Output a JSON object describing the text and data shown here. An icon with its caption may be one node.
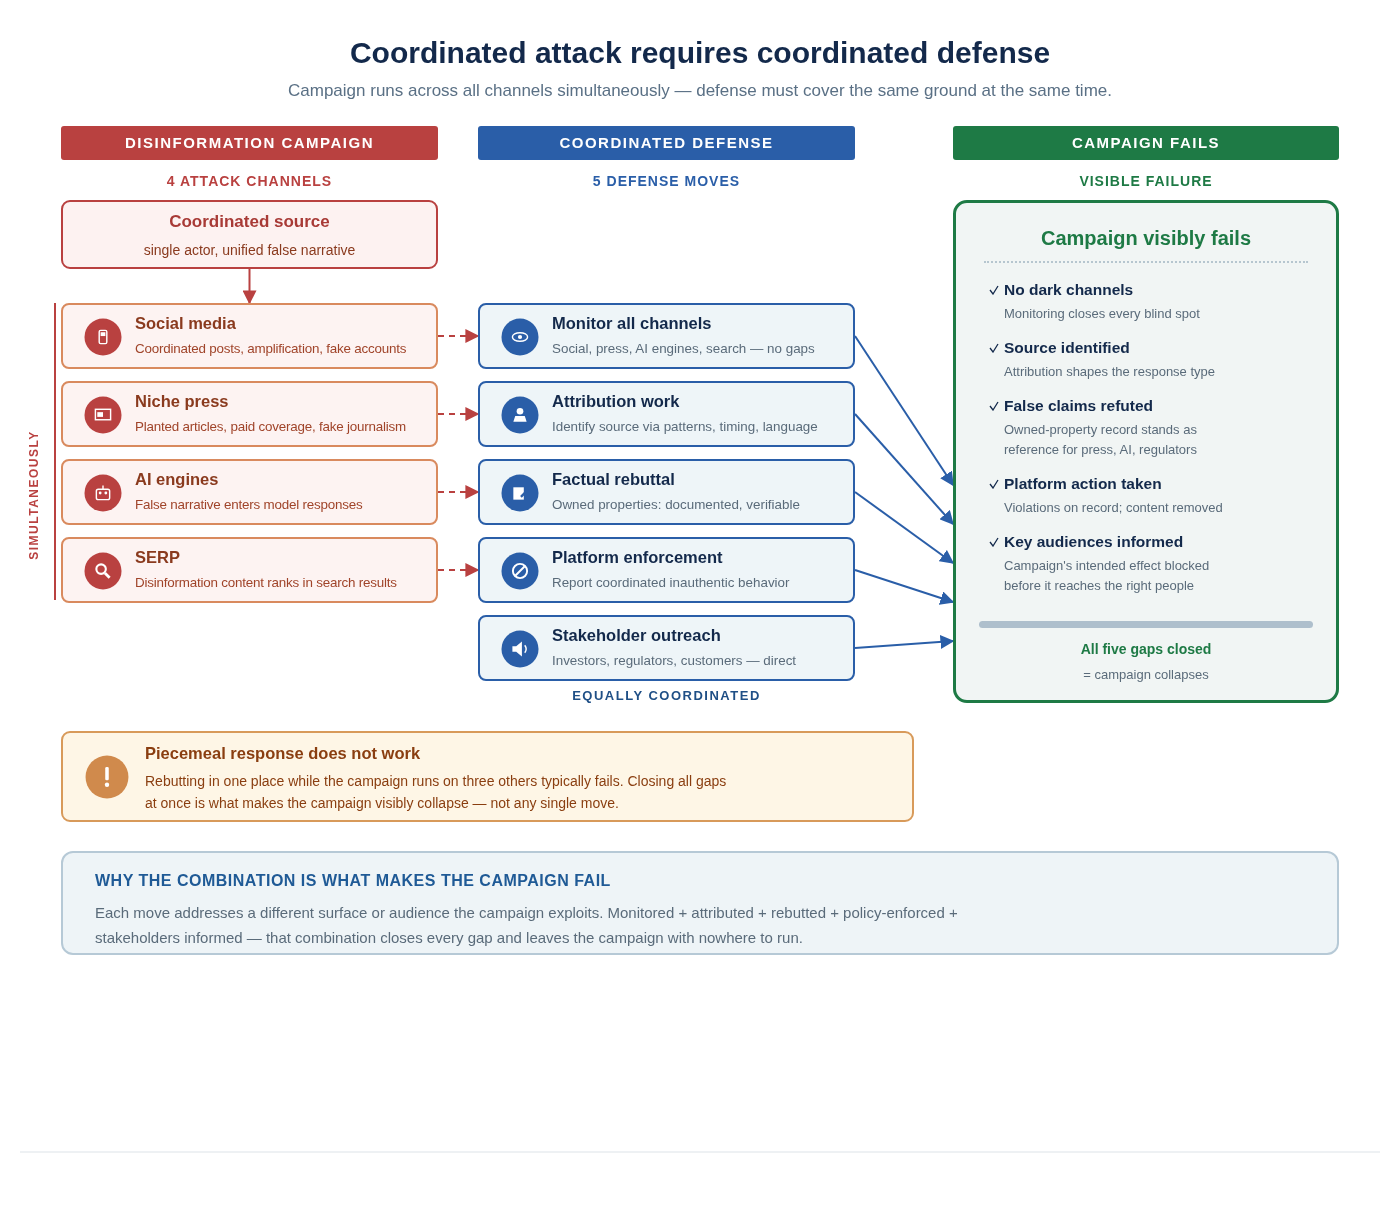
{
  "diagram": {
    "title": "Coordinated attack requires coordinated defense",
    "nodes": [
      {
        "text": [
          "DISINFORMATION CAMPAIGN"
        ]
      },
      {
        "text": [
          "COORDINATED DEFENSE"
        ]
      },
      {
        "text": [
          "CAMPAIGN FAILS"
        ]
      },
      {
        "text": [
          "Coordinated source",
          "single actor, unified false narrative"
        ]
      },
      {
        "text": [
          "Social media",
          "Coordinated posts, amplification, fake accounts"
        ]
      },
      {
        "text": [
          "Niche press",
          "Planted articles, paid coverage, fake journalism"
        ]
      },
      {
        "text": [
          "AI engines",
          "False narrative enters model responses"
        ]
      },
      {
        "text": [
          "SERP",
          "Disinformation content ranks in search results"
        ]
      },
      {
        "text": [
          "Monitor all channels",
          "Social, press, AI engines, search — no gaps"
        ]
      },
      {
        "text": [
          "Attribution work",
          "Identify source via patterns, timing, language"
        ]
      },
      {
        "text": [
          "Factual rebuttal",
          "Owned properties: documented, verifiable"
        ]
      },
      {
        "text": [
          "Platform enforcement",
          "Report coordinated inauthentic behavior"
        ]
      },
      {
        "text": [
          "Stakeholder outreach",
          "Investors, regulators, customers — direct"
        ]
      },
      {
        "text": [
          "Campaign visibly fails",
          "No dark channels",
          "Monitoring closes every blind spot",
          "Source identified",
          "Attribution shapes the response type",
          "False claims refuted",
          "Owned-property record stands as reference for press, AI, regulators",
          "Platform action taken",
          "Violations on record; content removed",
          "Key audiences informed",
          "Campaign's intended effect blocked before it reaches the right people",
          "All five gaps closed",
          "= campaign collapses"
        ]
      },
      {
        "text": [
          "Piecemeal response does not work",
          "Rebutting in one place while the campaign runs on three others typically fails. Closing all gaps at once is what makes the campaign visibly collapse — not any single move."
        ]
      },
      {
        "text": [
          "WHY THE COMBINATION IS WHAT MAKES THE CAMPAIGN FAIL",
          "Each move addresses a different surface or audience the campaign exploits. Monitored + attributed + rebutted + policy-enforced + stakeholders informed — that combination closes every gap and leaves the campaign with nowhere to run."
        ]
      }
    ],
    "edges": [
      {
        "from": 3,
        "to": 4,
        "arrow": "to",
        "color": "#b94140"
      },
      {
        "from": 4,
        "to": 8,
        "arrow": "to",
        "style": "dashed",
        "color": "#b94140"
      },
      {
        "from": 5,
        "to": 9,
        "arrow": "to",
        "style": "dashed",
        "color": "#b94140"
      },
      {
        "from": 6,
        "to": 10,
        "arrow": "to",
        "style": "dashed",
        "color": "#b94140"
      },
      {
        "from": 7,
        "to": 11,
        "arrow": "to",
        "style": "dashed",
        "color": "#b94140"
      },
      {
        "from": 8,
        "to": 13,
        "arrow": "to",
        "color": "#2a5ea8"
      },
      {
        "from": 9,
        "to": 13,
        "arrow": "to",
        "color": "#2a5ea8"
      },
      {
        "from": 10,
        "to": 13,
        "arrow": "to",
        "color": "#2a5ea8"
      },
      {
        "from": 11,
        "to": 13,
        "arrow": "to",
        "color": "#2a5ea8"
      },
      {
        "from": 12,
        "to": 13,
        "arrow": "to",
        "color": "#2a5ea8"
      }
    ],
    "labels": [
      "Campaign runs across all channels simultaneously — defense must cover the same ground at the same time.",
      "4 ATTACK CHANNELS",
      "5 DEFENSE MOVES",
      "VISIBLE FAILURE",
      "SIMULTANEOUSLY",
      "EQUALLY COORDINATED"
    ]
  }
}
